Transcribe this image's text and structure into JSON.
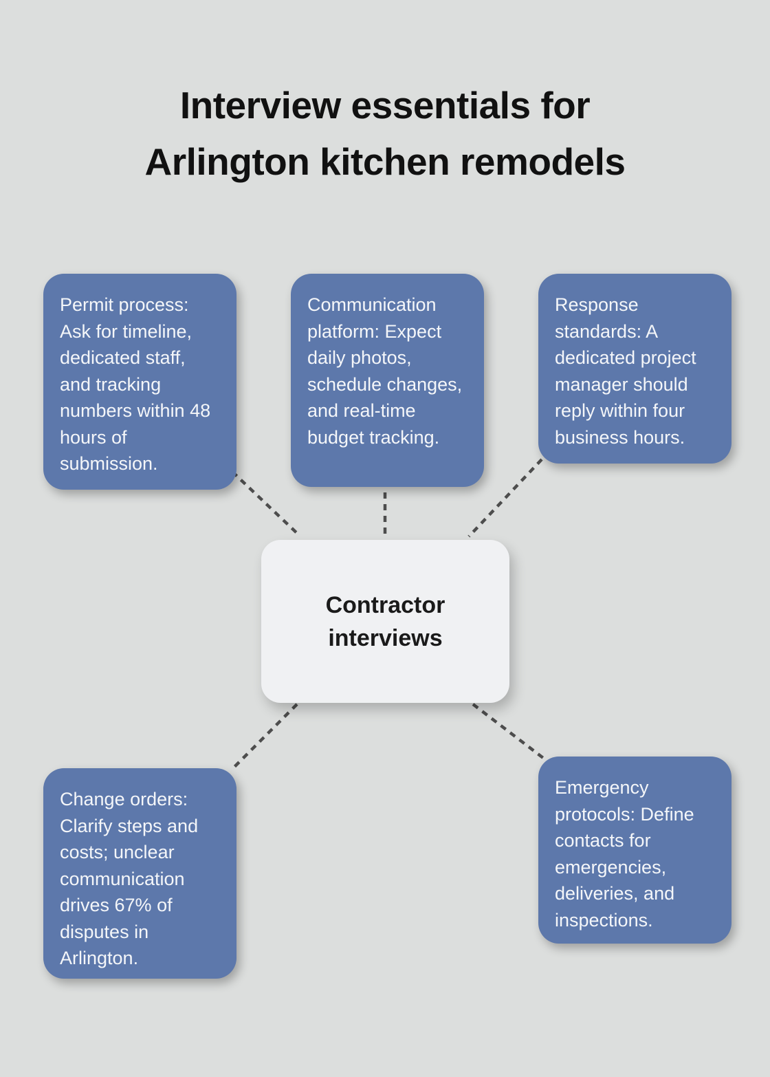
{
  "title": {
    "line1": "Interview essentials for",
    "line2": "Arlington kitchen remodels"
  },
  "center": {
    "label": "Contractor interviews"
  },
  "nodes": [
    {
      "id": "permit-process",
      "text": "Permit process: Ask for timeline, dedicated staff, and tracking numbers within 48 hours of submission."
    },
    {
      "id": "communication-platform",
      "text": "Communication platform: Expect daily photos, schedule changes, and real-time budget tracking."
    },
    {
      "id": "response-standards",
      "text": "Response standards: A dedicated project manager should reply within four business hours."
    },
    {
      "id": "change-orders",
      "text": "Change orders: Clarify steps and costs; unclear communication drives 67% of disputes in Arlington."
    },
    {
      "id": "emergency-protocols",
      "text": "Emergency protocols: Define contacts for emergencies, deliveries, and inspections."
    }
  ],
  "colors": {
    "background": "#dcdedd",
    "node_fill": "#5d78ab",
    "node_text": "#f4f6f9",
    "center_fill": "#f0f1f3",
    "center_text": "#1a1a1a",
    "connector": "#4d4d4d",
    "title_text": "#111111"
  }
}
